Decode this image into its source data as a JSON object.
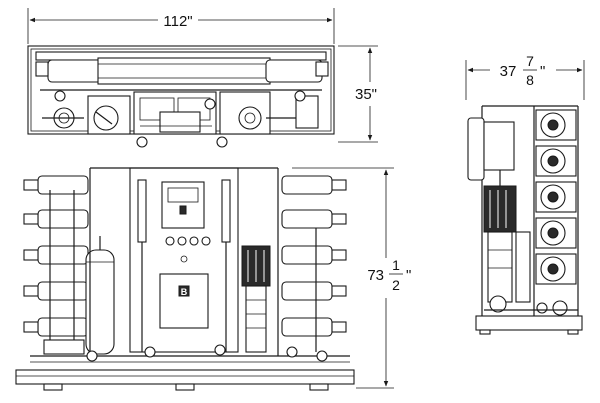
{
  "dimensions": {
    "width": {
      "value": "112\""
    },
    "depth": {
      "value": "35\""
    },
    "side_depth": {
      "whole": "37",
      "numerator": "7",
      "denominator": "8",
      "unit": "\""
    },
    "height": {
      "whole": "73",
      "numerator": "1",
      "denominator": "2",
      "unit": "\""
    }
  },
  "controller": {
    "label": "B"
  },
  "colors": {
    "line": "#1a1a1a",
    "background": "#ffffff",
    "motor": "#2a2a2a"
  }
}
